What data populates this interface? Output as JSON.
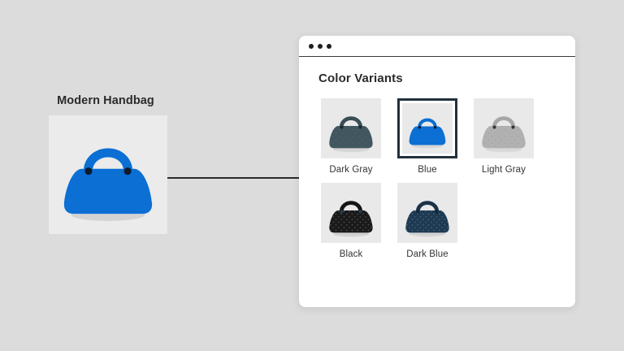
{
  "canvas": {
    "background": "#dcdcdc"
  },
  "product": {
    "title": "Modern Handbag",
    "image_name": "modern-handbag-blue",
    "color": "#0b6fd4",
    "frame_background": "#ebebeb"
  },
  "connector": {
    "color": "#2b2b2b"
  },
  "panel": {
    "titlebar": {
      "dots": 3,
      "dot_color": "#1f1f1f"
    },
    "heading": "Color Variants",
    "background": "#ffffff",
    "variants": [
      {
        "label": "Dark Gray",
        "color": "#41565f",
        "handle_color": "#3a4d56",
        "clasp_color": "#1d2a30",
        "pattern": "dots",
        "pattern_color": "#4b6069",
        "selected": false
      },
      {
        "label": "Blue",
        "color": "#0b6fd4",
        "handle_color": "#0b6fd4",
        "clasp_color": "#0e1b2a",
        "pattern": "none",
        "pattern_color": "#1b7ade",
        "selected": true
      },
      {
        "label": "Light Gray",
        "color": "#b1b1b1",
        "handle_color": "#a6a6a6",
        "clasp_color": "#2b3640",
        "pattern": "dots",
        "pattern_color": "#9e9e9e",
        "selected": false
      },
      {
        "label": "Black",
        "color": "#1a1a1a",
        "handle_color": "#161616",
        "clasp_color": "#24404e",
        "pattern": "dots",
        "pattern_color": "#5c5c5c",
        "selected": false
      },
      {
        "label": "Dark Blue",
        "color": "#1e3a52",
        "handle_color": "#1a3348",
        "clasp_color": "#12283a",
        "pattern": "dots",
        "pattern_color": "#4a6symbol"
      }
    ]
  }
}
